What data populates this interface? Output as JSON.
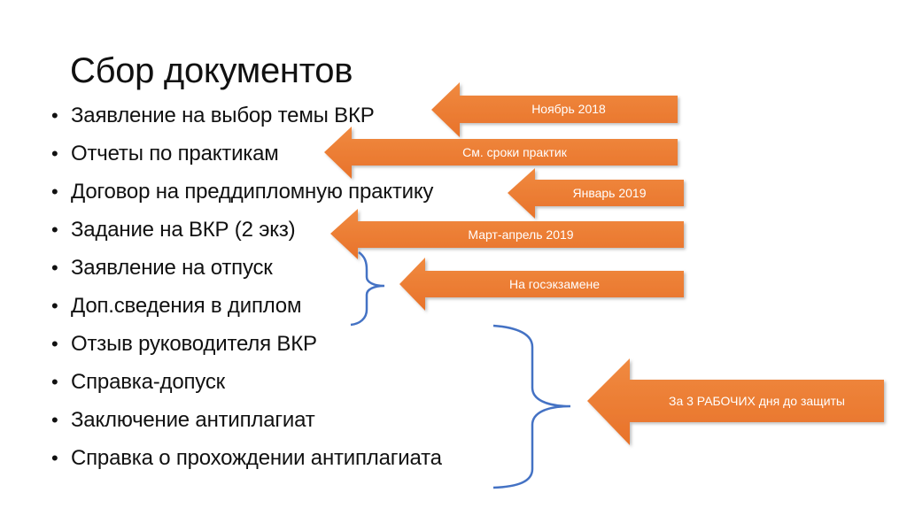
{
  "slide": {
    "title": "Сбор документов",
    "bullet_char": "•",
    "items": [
      {
        "text": "Заявление на выбор темы ВКР"
      },
      {
        "text": "Отчеты по практикам"
      },
      {
        "text": "Договор на преддипломную практику"
      },
      {
        "text": "Задание на ВКР (2 экз)"
      },
      {
        "text": "Заявление на отпуск"
      },
      {
        "text": "Доп.сведения в диплом"
      },
      {
        "text": "Отзыв руководителя ВКР"
      },
      {
        "text": "Справка-допуск"
      },
      {
        "text": "Заключение антиплагиат"
      },
      {
        "text": "Справка о прохождении антиплагиата"
      }
    ],
    "arrows": [
      {
        "label": "Ноябрь 2018",
        "icon": "left-arrow-icon"
      },
      {
        "label": "См. сроки практик",
        "icon": "left-arrow-icon"
      },
      {
        "label": "Январь 2019",
        "icon": "left-arrow-icon"
      },
      {
        "label": "Март-апрель 2019",
        "icon": "left-arrow-icon"
      },
      {
        "label": "На госэкзамене",
        "icon": "left-arrow-icon"
      },
      {
        "label": "За 3 РАБОЧИХ дня до защиты",
        "icon": "left-arrow-icon"
      }
    ],
    "braces": [
      {
        "icon": "right-curly-brace-icon",
        "groups_items": "Заявление на отпуск – Доп.сведения в диплом"
      },
      {
        "icon": "right-curly-brace-icon",
        "groups_items": "Отзыв руководителя ВКР – Справка о прохождении антиплагиата"
      }
    ],
    "colors": {
      "arrow_fill": "#ed7d31",
      "arrow_fill_dark": "#e06d20",
      "brace_stroke": "#4472c4",
      "text": "#111111",
      "background": "#ffffff"
    }
  }
}
